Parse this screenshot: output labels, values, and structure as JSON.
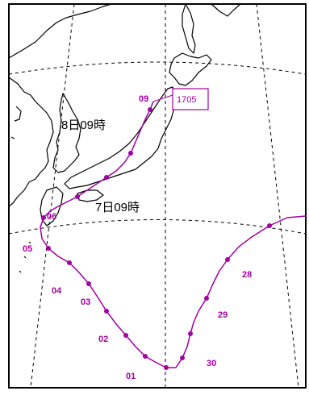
{
  "map": {
    "storm_id": "1705",
    "annotations": {
      "day8_0900": "8日09時",
      "day7_0900": "7日09時"
    },
    "track_labels": [
      "28",
      "29",
      "30",
      "01",
      "02",
      "03",
      "04",
      "05",
      "06",
      "09"
    ],
    "colors": {
      "track": "#a000a0",
      "land_outline": "#000000",
      "grid": "#000000",
      "background": "#ffffff",
      "frame": "#000000"
    }
  }
}
